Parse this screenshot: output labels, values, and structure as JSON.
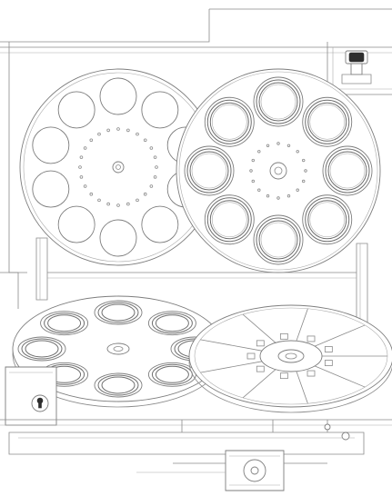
{
  "drawing": {
    "style": "line-art",
    "line_color": "#7d7d7d",
    "background_color": "#ffffff"
  },
  "assemblies": {
    "upper_left_wheel": {
      "openings": 10,
      "style": "plain-holes"
    },
    "upper_right_wheel": {
      "openings": 8,
      "style": "ringed-lenses"
    },
    "lower_left_wheel": {
      "openings": 8,
      "style": "ringed-lenses"
    },
    "lower_right_wheel": {
      "segments": 9,
      "style": "segmented-disc"
    }
  },
  "icons": {
    "knob": "knurled-knob-icon",
    "lock_key": "keyhole-icon",
    "motor": "stepper-motor-icon"
  }
}
